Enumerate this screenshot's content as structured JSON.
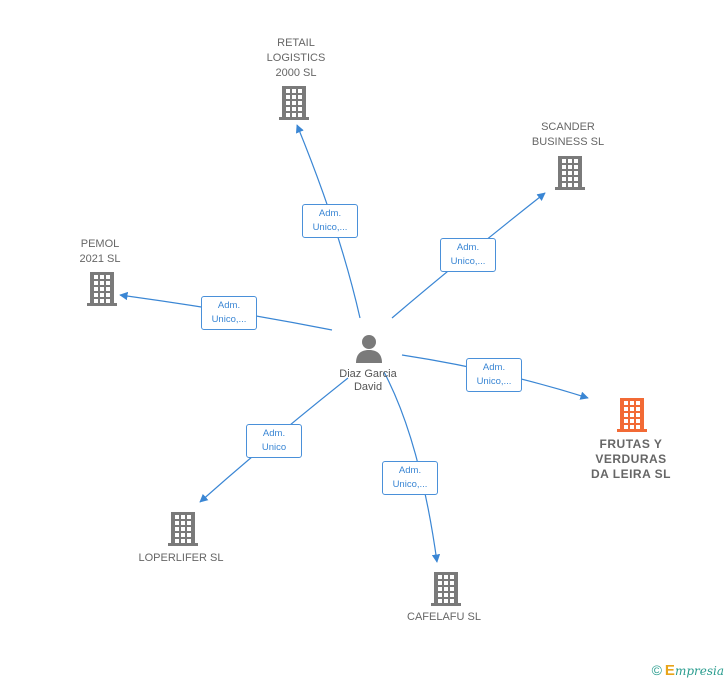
{
  "center": {
    "name": "Diaz Garcia\nDavid",
    "color": "#7a7a7a"
  },
  "colors": {
    "edge": "#3a86d4",
    "building": "#7a7a7a",
    "building_main": "#f26a35"
  },
  "companies": [
    {
      "id": "retail",
      "name": "RETAIL\nLOGISTICS\n2000  SL",
      "edge_label": "Adm.\nUnico,...",
      "main": false
    },
    {
      "id": "scander",
      "name": "SCANDER\nBUSINESS  SL",
      "edge_label": "Adm.\nUnico,...",
      "main": false
    },
    {
      "id": "pemol",
      "name": "PEMOL\n2021  SL",
      "edge_label": "Adm.\nUnico,...",
      "main": false
    },
    {
      "id": "frutas",
      "name": "FRUTAS Y\nVERDURAS\nDA LEIRA  SL",
      "edge_label": "Adm.\nUnico,...",
      "main": true
    },
    {
      "id": "loperlifer",
      "name": "LOPERLIFER SL",
      "edge_label": "Adm.\nUnico",
      "main": false
    },
    {
      "id": "cafelafu",
      "name": "CAFELAFU SL",
      "edge_label": "Adm.\nUnico,...",
      "main": false
    }
  ],
  "footer": {
    "copyright": "©",
    "brand_initial": "E",
    "brand_rest": "mpresia"
  }
}
